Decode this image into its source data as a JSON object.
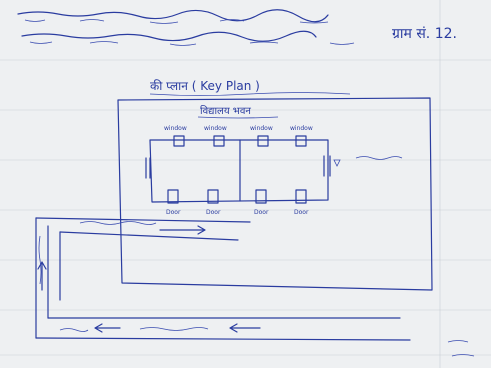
{
  "header": {
    "number_label": "ग्राम सं. 12."
  },
  "plan": {
    "title": "की प्लान ( Key Plan )",
    "building_name": "विद्यालय भवन",
    "window_label": "window",
    "door_label": "Door"
  },
  "colors": {
    "ink": "#2a3ca0",
    "paper": "#eef0f2"
  }
}
